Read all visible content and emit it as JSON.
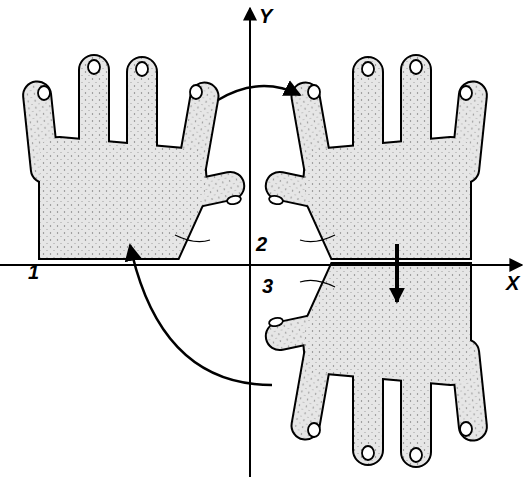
{
  "diagram": {
    "labels": [
      "Y",
      "X",
      "1",
      "2",
      "3"
    ]
  }
}
